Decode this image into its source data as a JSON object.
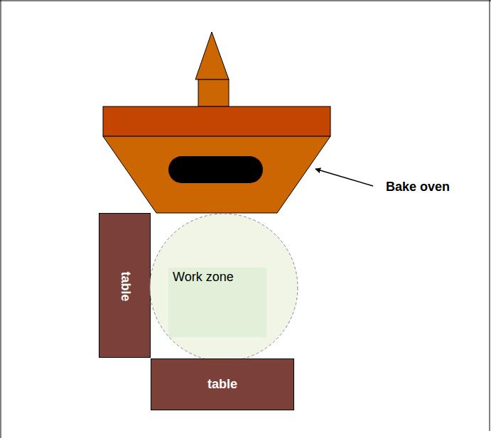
{
  "diagram": {
    "nodes": [
      {
        "text": [
          "table"
        ]
      },
      {
        "text": [
          "Work zone"
        ]
      },
      {
        "text": [
          "table"
        ]
      }
    ],
    "labels": [
      "Bake oven"
    ]
  }
}
